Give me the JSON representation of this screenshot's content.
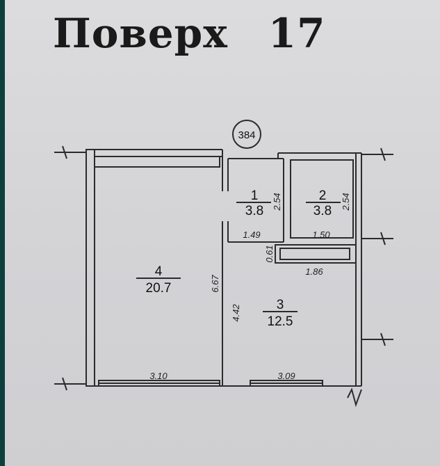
{
  "title": {
    "word": "Поверх",
    "number": "17"
  },
  "apartment_number": "384",
  "rooms": [
    {
      "number": "1",
      "area": "3.8",
      "height": "2.54",
      "width": "1.49"
    },
    {
      "number": "2",
      "area": "3.8",
      "height": "2.54",
      "width": "1.50"
    },
    {
      "number": "3",
      "area": "12.5",
      "height": "4.42",
      "width": "3.09",
      "niche_height": "0.61",
      "niche_width": "1.86"
    },
    {
      "number": "4",
      "area": "20.7",
      "height": "6.67",
      "width": "3.10"
    }
  ],
  "colors": {
    "line": "#2b2b2b",
    "paper": "#d6d6d9",
    "edge": "#0d3f3d"
  }
}
